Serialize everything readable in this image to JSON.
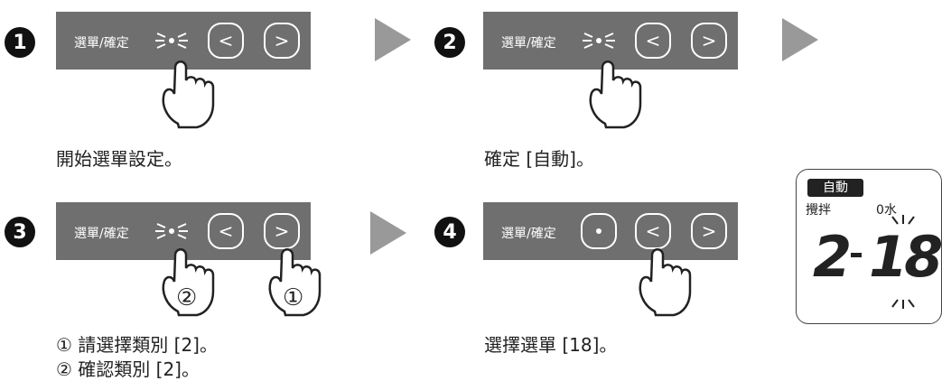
{
  "panel": {
    "menu_label": "選單/確定",
    "prev_glyph": "<",
    "next_glyph": ">"
  },
  "steps": [
    {
      "number": "1",
      "caption": "開始選單設定。"
    },
    {
      "number": "2",
      "caption": "確定 [自動]。"
    },
    {
      "number": "3",
      "caption_lines": [
        "① 請選擇類別 [2]。",
        "② 確認類別 [2]。"
      ],
      "press_marks": [
        "②",
        "①"
      ]
    },
    {
      "number": "4",
      "caption": "選擇選單 [18]。"
    }
  ],
  "display": {
    "mode_badge": "自動",
    "left_label": "攪拌",
    "right_label": "0水",
    "category": "2",
    "menu": "18"
  },
  "colors": {
    "panel": "#6f6f6f",
    "arrow": "#999999"
  }
}
